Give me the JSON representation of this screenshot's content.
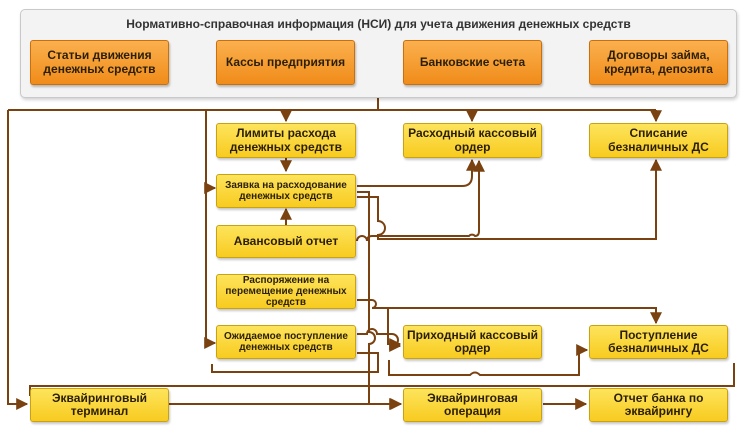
{
  "nsi": {
    "title": "Нормативно-справочная информация (НСИ) для учета движения денежных средств",
    "items": [
      "Статьи движения денежных средств",
      "Кассы предприятия",
      "Банковские счета",
      "Договоры займа, кредита, депозита"
    ]
  },
  "nodes": {
    "limits": "Лимиты расхода денежных средств",
    "request": "Заявка на расходование денежных средств",
    "advance": "Авансовый отчет",
    "transfer": "Распоряжение на перемещение денежных средств",
    "expected": "Ожидаемое поступление денежных средств",
    "cash_out": "Расходный кассовый ордер",
    "cash_in": "Приходный кассовый ордер",
    "noncash_out": "Списание безналичных ДС",
    "noncash_in": "Поступление безналичных ДС",
    "acq_terminal": "Эквайринговый терминал",
    "acq_operation": "Эквайринговая операция",
    "bank_report": "Отчет банка по эквайрингу"
  },
  "colors": {
    "nsi_box": "#f08c1a",
    "doc_box": "#f8cb1f",
    "connector": "#7a4210"
  }
}
